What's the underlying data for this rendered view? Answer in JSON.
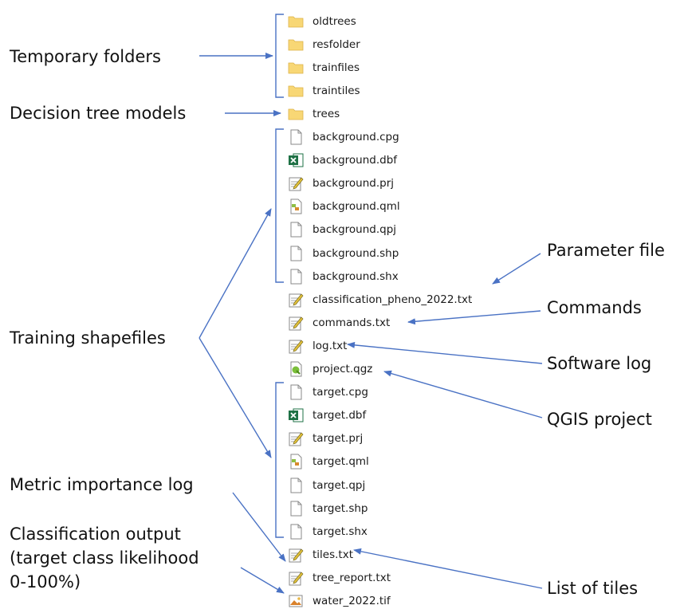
{
  "files": [
    {
      "name": "oldtrees",
      "type": "folder"
    },
    {
      "name": "resfolder",
      "type": "folder"
    },
    {
      "name": "trainfiles",
      "type": "folder"
    },
    {
      "name": "traintiles",
      "type": "folder"
    },
    {
      "name": "trees",
      "type": "folder"
    },
    {
      "name": "background.cpg",
      "type": "blank"
    },
    {
      "name": "background.dbf",
      "type": "excel"
    },
    {
      "name": "background.prj",
      "type": "notepad"
    },
    {
      "name": "background.qml",
      "type": "qml"
    },
    {
      "name": "background.qpj",
      "type": "blank"
    },
    {
      "name": "background.shp",
      "type": "blank"
    },
    {
      "name": "background.shx",
      "type": "blank"
    },
    {
      "name": "classification_pheno_2022.txt",
      "type": "notepad"
    },
    {
      "name": "commands.txt",
      "type": "notepad"
    },
    {
      "name": "log.txt",
      "type": "notepad"
    },
    {
      "name": "project.qgz",
      "type": "qgz"
    },
    {
      "name": "target.cpg",
      "type": "blank"
    },
    {
      "name": "target.dbf",
      "type": "excel"
    },
    {
      "name": "target.prj",
      "type": "notepad"
    },
    {
      "name": "target.qml",
      "type": "qml"
    },
    {
      "name": "target.qpj",
      "type": "blank"
    },
    {
      "name": "target.shp",
      "type": "blank"
    },
    {
      "name": "target.shx",
      "type": "blank"
    },
    {
      "name": "tiles.txt",
      "type": "notepad"
    },
    {
      "name": "tree_report.txt",
      "type": "notepad"
    },
    {
      "name": "water_2022.tif",
      "type": "image"
    }
  ],
  "labels": {
    "temporary_folders": "Temporary folders",
    "decision_tree_models": "Decision tree models",
    "training_shapefiles": "Training shapefiles",
    "metric_importance_log": "Metric importance log",
    "classification_output_1": "Classification output",
    "classification_output_2": "(target class likelihood",
    "classification_output_3": "0-100%)",
    "parameter_file": "Parameter file",
    "commands": "Commands",
    "software_log": "Software log",
    "qgis_project": "QGIS project",
    "list_of_tiles": "List of tiles"
  },
  "colors": {
    "arrow": "#4a72c4",
    "bracket": "#4a72c4",
    "folder": "#f8d775",
    "excel": "#1e7145"
  }
}
